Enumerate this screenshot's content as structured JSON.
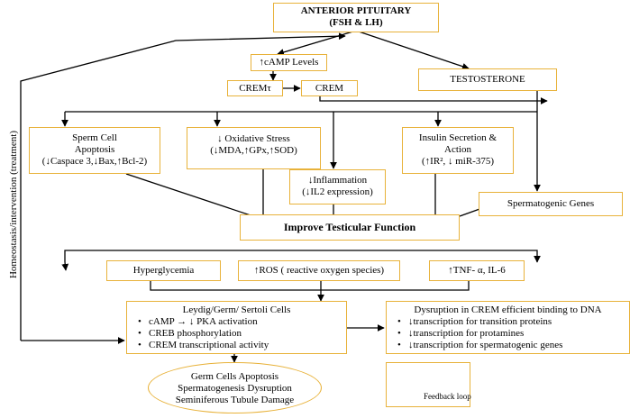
{
  "pituitary": {
    "line1": "ANTERIOR PITUITARY",
    "line2": "(FSH & LH)"
  },
  "camp_levels": "↑cAMP Levels",
  "cremt": "CREMτ",
  "crem": "CREM",
  "testosterone": "TESTOSTERONE",
  "sperm_apoptosis": {
    "line1": "Sperm Cell",
    "line2": "Apoptosis",
    "line3": "(↓Caspace 3,↓Bax,↑Bcl-2)"
  },
  "oxidative_stress": {
    "line1": "↓ Oxidative Stress",
    "line2": "(↓MDA,↑GPx,↑SOD)"
  },
  "inflammation": {
    "line1": "↓Inflammation",
    "line2": "(↓IL2 expression)"
  },
  "insulin": {
    "line1": "Insulin Secretion &",
    "line2": "Action",
    "line3": "(↑IR², ↓ miR-375)"
  },
  "spermatogenic_genes": "Spermatogenic Genes",
  "improve": "Improve Testicular Function",
  "hyperglycemia": "Hyperglycemia",
  "ros": "↑ROS ( reactive oxygen species)",
  "tnf": "↑TNF- α, IL-6",
  "leydig": {
    "title": "Leydig/Germ/ Sertoli Cells",
    "items": [
      "cAMP → ↓ PKA activation",
      "CREB phosphorylation",
      "CREM transcriptional activity"
    ]
  },
  "dysruption": {
    "title": "Dysruption in CREM efficient binding to DNA",
    "items": [
      "↓transcription for transition proteins",
      "↓transcription for protamines",
      "↓transcription for spermatogenic genes"
    ]
  },
  "outcome": {
    "line1": "Germ Cells Apoptosis",
    "line2": "Spermatogenesis Dysruption",
    "line3": "Seminiferous Tubule Damage"
  },
  "feedback_loop": "Feedback loop",
  "homeostasis_label": "Homeostasis/intervention (treatment)",
  "colors": {
    "box_border": "#e8b23a",
    "arrow": "#000000"
  }
}
